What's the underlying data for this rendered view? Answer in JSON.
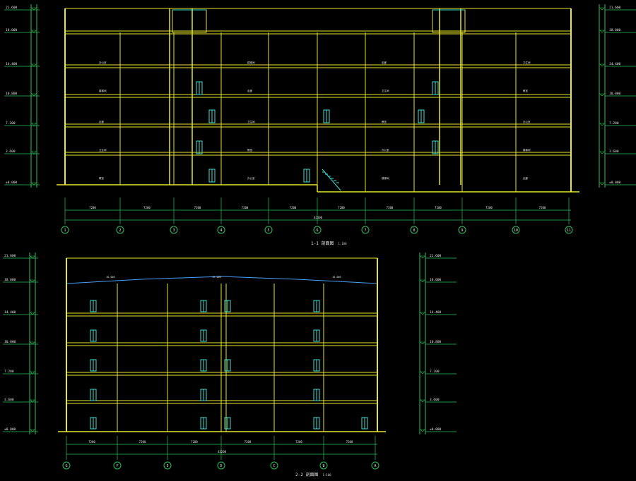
{
  "colors": {
    "background": "#000000",
    "wall": "#e6e62a",
    "grid_line": "#2cc25a",
    "text": "#e6e6e6",
    "dimension": "#2cc25a",
    "door": "#3fe0d8",
    "roof_edge": "#4aa0ff",
    "axis_bubble": "#2cc25a"
  },
  "section_1": {
    "caption": "1-1 剖面图",
    "scale": "1:100",
    "axis_labels": [
      "1",
      "2",
      "3",
      "4",
      "5",
      "6",
      "7",
      "8",
      "9",
      "10",
      "11"
    ],
    "floor_levels_left": [
      "±0.000",
      "3.600",
      "7.200",
      "10.800",
      "14.400",
      "18.000",
      "21.600"
    ],
    "floor_levels_right": [
      "±0.000",
      "3.600",
      "7.200",
      "10.800",
      "14.400",
      "18.000",
      "21.600"
    ],
    "room_labels": [
      "教室",
      "办公室",
      "楼梯间",
      "走廊",
      "卫生间"
    ],
    "total_dimension": "62400",
    "bay_dimensions": [
      "7200",
      "7200",
      "7200",
      "7200",
      "7200",
      "7200",
      "7200",
      "7200",
      "7200",
      "7200"
    ]
  },
  "section_2": {
    "caption": "2-2 剖面图",
    "scale": "1:100",
    "axis_labels": [
      "G",
      "F",
      "E",
      "D",
      "C",
      "B",
      "A"
    ],
    "floor_levels_left": [
      "±0.000",
      "3.600",
      "7.200",
      "10.800",
      "14.400",
      "18.000",
      "21.600"
    ],
    "floor_levels_right": [
      "±0.000",
      "3.600",
      "7.200",
      "10.800",
      "14.400",
      "18.000",
      "21.600"
    ],
    "roof_labels": [
      "18.000",
      "19.200",
      "18.000"
    ],
    "total_dimension": "43200",
    "bay_dimensions": [
      "7200",
      "7200",
      "7200",
      "7200",
      "7200",
      "7200"
    ]
  }
}
